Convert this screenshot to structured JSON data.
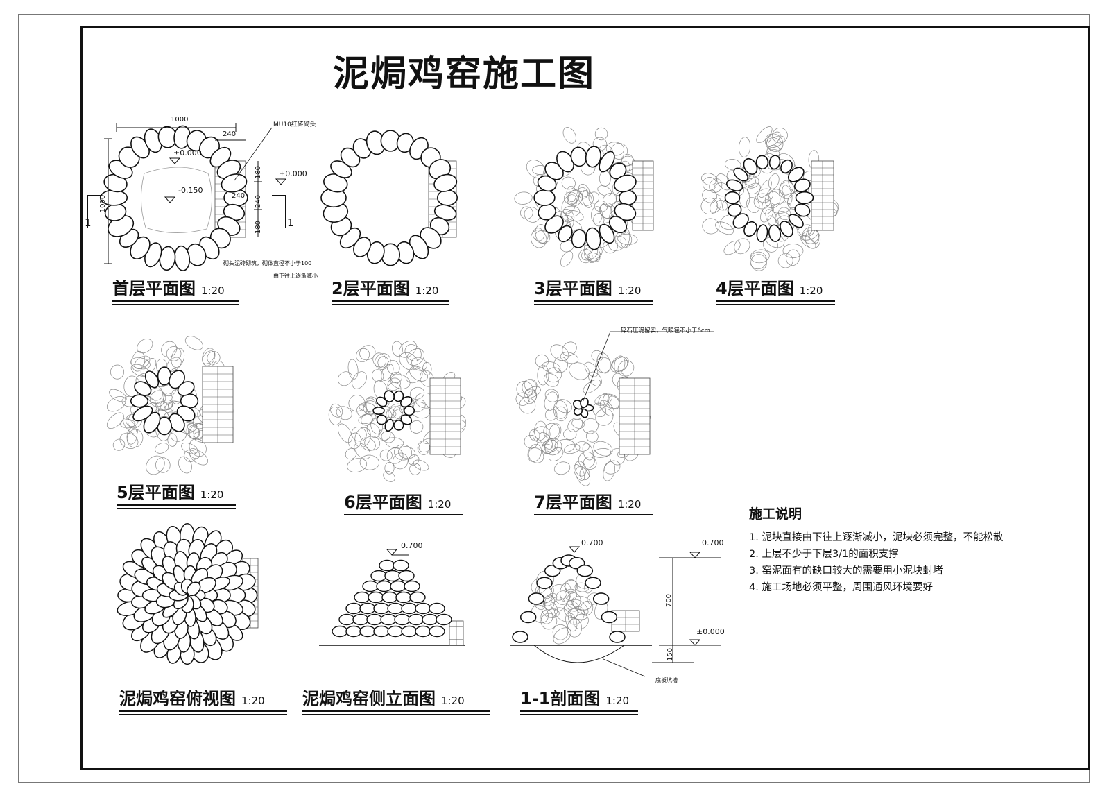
{
  "title": "泥焗鸡窑施工图",
  "plans": [
    {
      "id": "floor-1",
      "label": "首层平面图",
      "scale": "1:20"
    },
    {
      "id": "floor-2",
      "label": "2层平面图",
      "scale": "1:20"
    },
    {
      "id": "floor-3",
      "label": "3层平面图",
      "scale": "1:20"
    },
    {
      "id": "floor-4",
      "label": "4层平面图",
      "scale": "1:20"
    },
    {
      "id": "floor-5",
      "label": "5层平面图",
      "scale": "1:20"
    },
    {
      "id": "floor-6",
      "label": "6层平面图",
      "scale": "1:20"
    },
    {
      "id": "floor-7",
      "label": "7层平面图",
      "scale": "1:20"
    },
    {
      "id": "top-view",
      "label": "泥焗鸡窑俯视图",
      "scale": "1:20"
    },
    {
      "id": "side-elevation",
      "label": "泥焗鸡窑侧立面图",
      "scale": "1:20"
    },
    {
      "id": "section",
      "label": "1-1剖面图",
      "scale": "1:20"
    }
  ],
  "dimensions": {
    "width": "1000",
    "depth": "1000",
    "opening_width": "240",
    "opening_a": "180",
    "opening_b": "240",
    "opening_c": "180",
    "inner": "240",
    "level_zero": "±0.000",
    "level_floor": "-0.150",
    "level_top": "0.700",
    "height": "700",
    "base": "150",
    "section_mark": "1",
    "brick_note": "MU10红砖砌头",
    "wall_note": "砌头泥砖砌筑，砌体直径不小于100",
    "wall_note_2": "由下往上逐渐减小",
    "top_note": "碎石压泥留实，气眼径不小于6cm",
    "pit_note": "底板坑槽"
  },
  "notes": {
    "title": "施工说明",
    "items": [
      "1. 泥块直接由下往上逐渐减小，泥块必须完整，不能松散",
      "2. 上层不少于下层3/1的面积支撑",
      "3. 窑泥面有的缺口较大的需要用小泥块封堵",
      "4. 施工场地必须平整，周围通风环境要好"
    ]
  }
}
